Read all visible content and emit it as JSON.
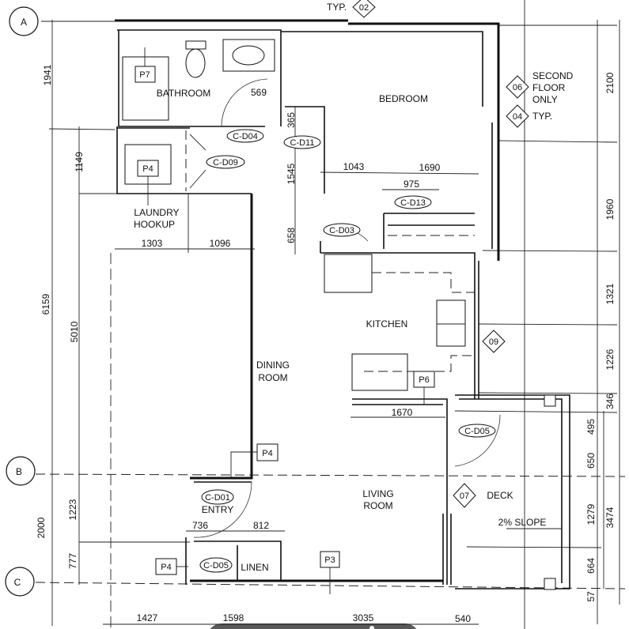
{
  "grid_bubbles": [
    "A",
    "B",
    "C"
  ],
  "rooms": {
    "bathroom": "BATHROOM",
    "bedroom": "BEDROOM",
    "laundry_1": "LAUNDRY",
    "laundry_2": "HOOKUP",
    "dining_1": "DINING",
    "dining_2": "ROOM",
    "kitchen": "KITCHEN",
    "living_1": "LIVING",
    "living_2": "ROOM",
    "entry": "ENTRY",
    "deck": "DECK",
    "slope": "2% SLOPE",
    "linen": "LINEN"
  },
  "door_tags": [
    "C-D04",
    "C-D09",
    "C-D11",
    "C-D13",
    "C-D03",
    "C-D05",
    "C-D01",
    "C-D05"
  ],
  "fixture_tags": [
    "P7",
    "P4",
    "P4",
    "P6",
    "P3",
    "P4"
  ],
  "keynotes": {
    "k02": "02",
    "k02_note": "TYP.",
    "k06": "06",
    "k06_note_1": "SECOND",
    "k06_note_2": "FLOOR",
    "k06_note_3": "ONLY",
    "k04": "04",
    "k04_note": "TYP.",
    "k09": "09",
    "k07": "07"
  },
  "dimensions": {
    "left": [
      "1941",
      "6159",
      "2000",
      "1149",
      "5010",
      "1223",
      "777"
    ],
    "interior": [
      "1303",
      "1096",
      "569",
      "365",
      "1545",
      "658",
      "1043",
      "1690",
      "975",
      "1670",
      "736",
      "812"
    ],
    "bottom": [
      "1427",
      "1598",
      "3035",
      "540"
    ],
    "right": [
      "2100",
      "1960",
      "1321",
      "1226",
      "346",
      "495",
      "650",
      "1279",
      "3474",
      "664",
      "57"
    ]
  }
}
